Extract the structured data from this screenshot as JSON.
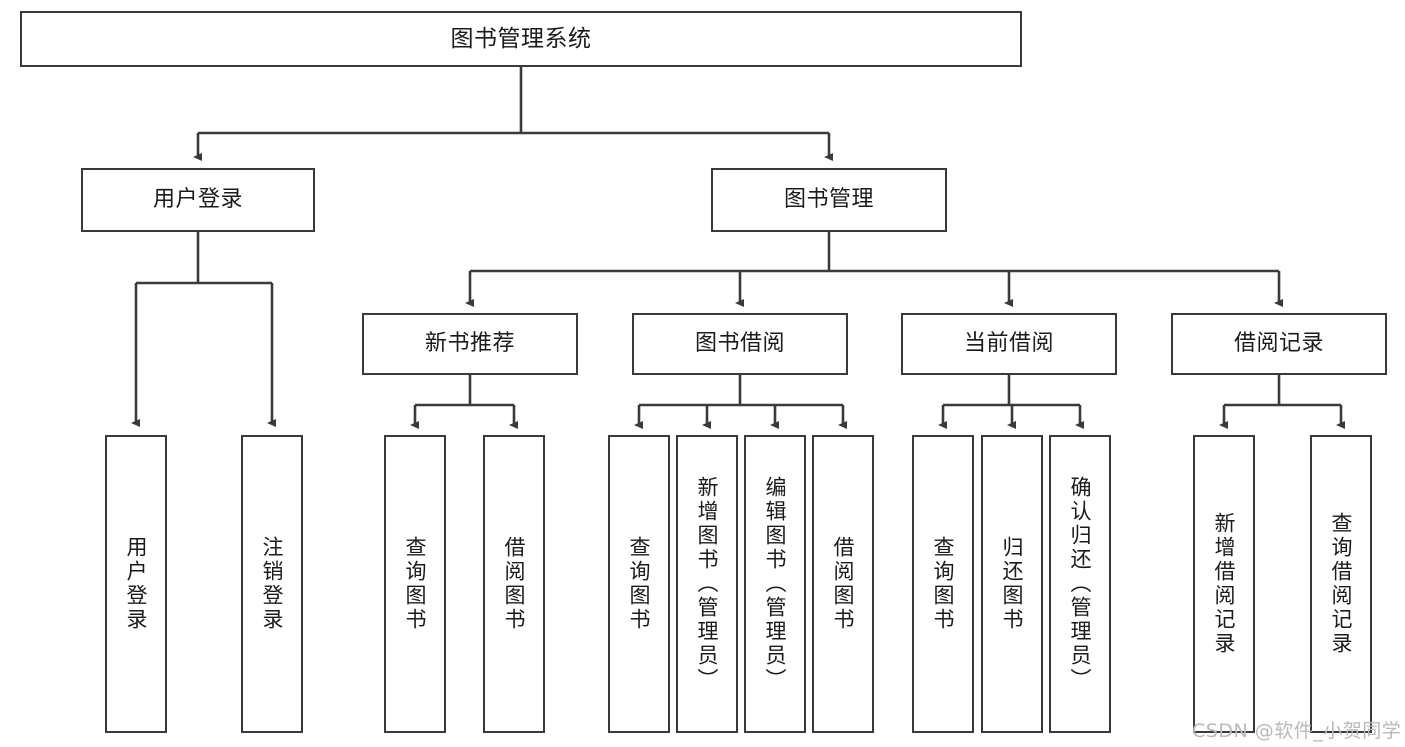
{
  "diagram": {
    "title": "图书管理系统",
    "watermark": "CSDN @软件_小贺同学",
    "theme": {
      "box_border": "#3a3a3a",
      "box_fill": "#ffffff",
      "line": "#3a3a3a",
      "text": "#1b1b1b",
      "watermark": "#b9b9b9",
      "background": "#ffffff"
    },
    "root": {
      "label": "图书管理系统"
    },
    "level2": [
      {
        "label": "用户登录"
      },
      {
        "label": "图书管理"
      }
    ],
    "level3": [
      {
        "label": "新书推荐"
      },
      {
        "label": "图书借阅"
      },
      {
        "label": "当前借阅"
      },
      {
        "label": "借阅记录"
      }
    ],
    "leaves": {
      "user_login": [
        {
          "label": "用户登录"
        },
        {
          "label": "注销登录"
        }
      ],
      "new_book_recommend": [
        {
          "label": "查询图书"
        },
        {
          "label": "借阅图书"
        }
      ],
      "book_borrow": [
        {
          "label": "查询图书"
        },
        {
          "label": "新增图书（管理员）"
        },
        {
          "label": "编辑图书（管理员）"
        },
        {
          "label": "借阅图书"
        }
      ],
      "current_borrow": [
        {
          "label": "查询图书"
        },
        {
          "label": "归还图书"
        },
        {
          "label": "确认归还（管理员）"
        }
      ],
      "borrow_record": [
        {
          "label": "新增借阅记录"
        },
        {
          "label": "查询借阅记录"
        }
      ]
    }
  }
}
